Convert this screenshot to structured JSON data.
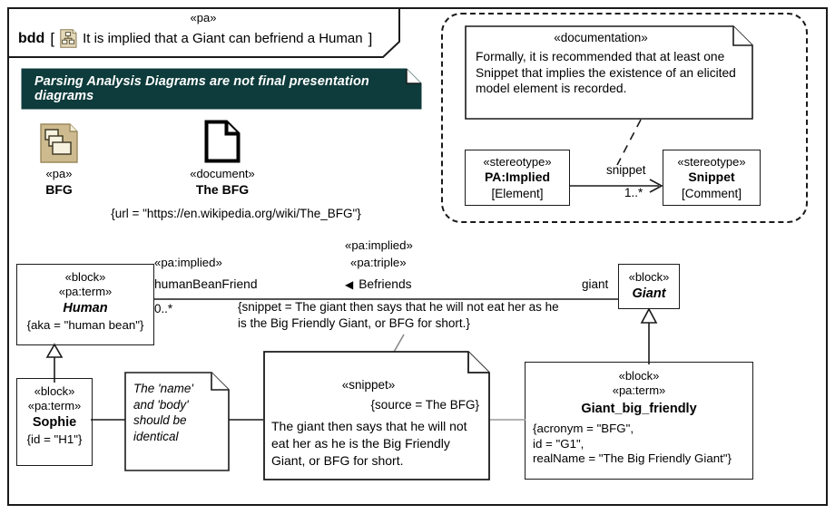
{
  "frame": {
    "stereotype": "«pa»",
    "kind": "bdd",
    "bracket_open": "[",
    "bracket_close": "]",
    "icon": "bdd-package-icon",
    "title": "It is implied that a Giant can befriend a Human"
  },
  "banner": {
    "text": "Parsing Analysis Diagrams are not final presentation diagrams",
    "bg_color": "#0e3b3b",
    "text_color": "#ffffff"
  },
  "package": {
    "icon": "pa-package-icon",
    "icon_color": "#cdbb8f",
    "stereotype": "«pa»",
    "name": "BFG"
  },
  "document": {
    "icon": "document-icon",
    "stereotype": "«document»",
    "name": "The BFG",
    "url_property": "{url = \"https://en.wikipedia.org/wiki/The_BFG\"}"
  },
  "profile": {
    "documentation_note": {
      "stereotype": "«documentation»",
      "body": "Formally, it is recommended that at least one Snippet that implies the existence of an elicited model element is recorded."
    },
    "stereotypes": [
      {
        "kind": "«stereotype»",
        "name": "PA:Implied",
        "base": "[Element]"
      },
      {
        "kind": "«stereotype»",
        "name": "Snippet",
        "base": "[Comment]"
      }
    ],
    "association": {
      "role": "snippet",
      "multiplicity": "1..*"
    }
  },
  "blocks": {
    "human": {
      "stereotype_1": "«block»",
      "stereotype_2": "«pa:term»",
      "name": "Human",
      "properties": "{aka = \"human bean\"}"
    },
    "giant": {
      "stereotype_1": "«block»",
      "name": "Giant"
    },
    "sophie": {
      "stereotype_1": "«block»",
      "stereotype_2": "«pa:term»",
      "name": "Sophie",
      "properties": "{id = \"H1\"}"
    },
    "giant_big_friendly": {
      "stereotype_1": "«block»",
      "stereotype_2": "«pa:term»",
      "name": "Giant_big_friendly",
      "properties_line_1": "{acronym = \"BFG\",",
      "properties_line_2": "id = \"G1\",",
      "properties_line_3": "realName = \"The Big Friendly Giant\"}"
    }
  },
  "association": {
    "stereotype_left": "«pa:implied»",
    "end_left_role": "humanBeanFriend",
    "end_left_multiplicity": "0..*",
    "stereotype_mid_1": "«pa:implied»",
    "stereotype_mid_2": "«pa:triple»",
    "name": "Befriends",
    "name_direction_arrow": "◀",
    "end_right_role": "giant",
    "constraint": "{snippet = The giant then says that he will not eat her as he is the Big Friendly Giant, or BFG for short.}"
  },
  "notes": {
    "name_body": {
      "line_1": "The 'name'",
      "line_2": "and 'body'",
      "line_3": "should be",
      "line_4": "identical"
    },
    "snippet": {
      "stereotype": "«snippet»",
      "source_property": "{source = The BFG}",
      "body": "The giant then says that he will not eat her as he is the Big Friendly Giant, or BFG for short."
    }
  }
}
